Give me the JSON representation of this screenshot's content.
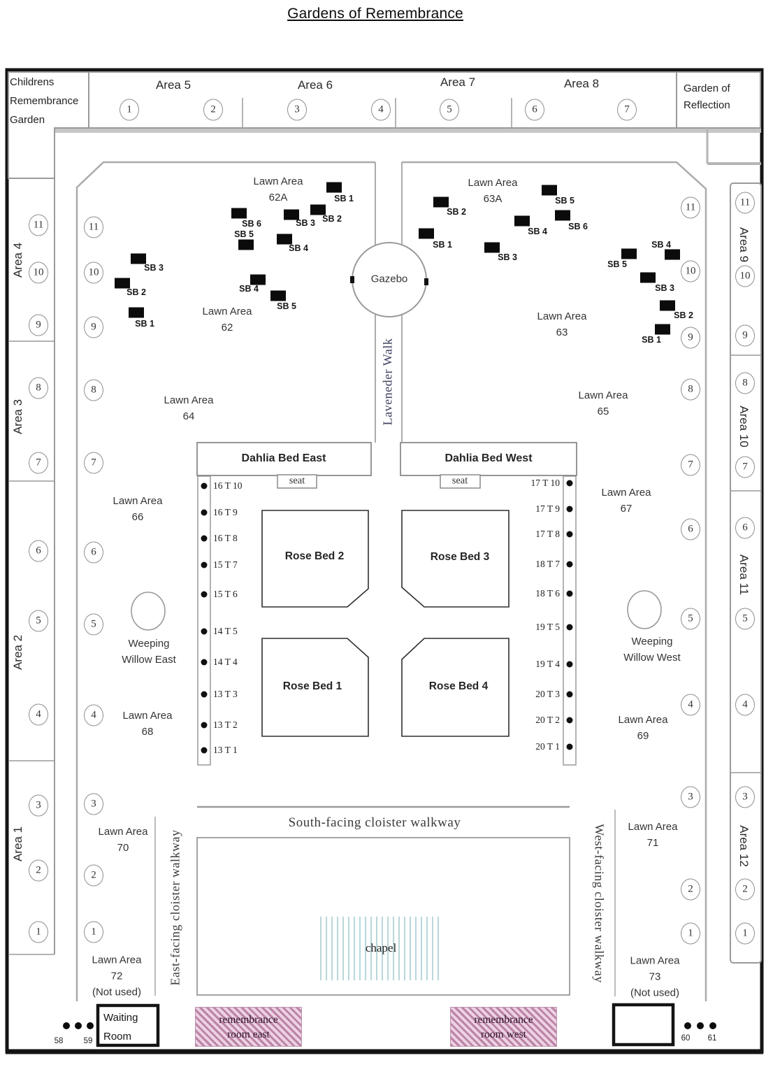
{
  "title": "Gardens of Remembrance",
  "corner_boxes": {
    "childrens": "Childrens\nRemembrance\nGarden",
    "reflection": "Garden of\nReflection"
  },
  "top_areas": [
    "Area 5",
    "Area 6",
    "Area 7",
    "Area 8"
  ],
  "top_circle_numbers": [
    "1",
    "2",
    "3",
    "4",
    "5",
    "6",
    "7"
  ],
  "side_circle_numbers": [
    "11",
    "10",
    "9",
    "8",
    "7",
    "6",
    "5",
    "4",
    "3",
    "2",
    "1"
  ],
  "side_areas_left": [
    "Area 4",
    "Area 3",
    "Area 2",
    "Area 1"
  ],
  "side_areas_right": [
    "Area 9",
    "Area 10",
    "Area 11",
    "Area 12"
  ],
  "lawn_label": "Lawn Area",
  "lawn_areas": [
    {
      "num": "62A"
    },
    {
      "num": "62"
    },
    {
      "num": "63A"
    },
    {
      "num": "63"
    },
    {
      "num": "64"
    },
    {
      "num": "65"
    },
    {
      "num": "66"
    },
    {
      "num": "67"
    },
    {
      "num": "68"
    },
    {
      "num": "69"
    },
    {
      "num": "70"
    },
    {
      "num": "71"
    },
    {
      "num": "72",
      "note": "(Not used)"
    },
    {
      "num": "73",
      "note": "(Not used)"
    }
  ],
  "sb_groups": [
    {
      "area": "62A",
      "labels": [
        "SB 1",
        "SB 2",
        "SB 3",
        "SB 4",
        "SB 5",
        "SB 6"
      ]
    },
    {
      "area": "62",
      "labels": [
        "SB 1",
        "SB 2",
        "SB 3",
        "SB 4",
        "SB 5"
      ]
    },
    {
      "area": "63A",
      "labels": [
        "SB 1",
        "SB 2",
        "SB 3",
        "SB 4",
        "SB 5",
        "SB 6"
      ]
    },
    {
      "area": "63",
      "labels": [
        "SB 1",
        "SB 2",
        "SB 3",
        "SB 4",
        "SB 5"
      ]
    }
  ],
  "gazebo": "Gazebo",
  "lavender_walk": "Laveneder Walk",
  "dahlia": {
    "east": "Dahlia Bed East",
    "west": "Dahlia Bed West",
    "seat": "seat"
  },
  "rose_beds": [
    "Rose Bed 1",
    "Rose Bed 2",
    "Rose Bed 3",
    "Rose Bed 4"
  ],
  "willows": {
    "east": "Weeping\nWillow East",
    "west": "Weeping\nWillow West"
  },
  "t_labels_east": [
    "16 T 10",
    "16 T 9",
    "16 T 8",
    "15 T 7",
    "15 T 6",
    "14 T 5",
    "14 T 4",
    "13 T 3",
    "13 T 2",
    "13 T 1"
  ],
  "t_labels_west": [
    "17 T 10",
    "17 T 9",
    "17 T 8",
    "18 T 7",
    "18 T 6",
    "19 T 5",
    "19 T 4",
    "20 T 3",
    "20 T 2",
    "20 T 1"
  ],
  "walkways": {
    "south": "South-facing cloister walkway",
    "east": "East-facing cloister walkway",
    "west": "West-facing cloister walkway"
  },
  "chapel": "chapel",
  "rooms": {
    "remembrance_east": "remembrance\nroom east",
    "remembrance_west": "remembrance\nroom west",
    "waiting": "Waiting\nRoom"
  },
  "marker_numbers_left": [
    "58",
    "59"
  ],
  "marker_numbers_right": [
    "60",
    "61"
  ],
  "colors": {
    "border_black": "#141414",
    "line_gray": "#a6a6a6",
    "walk_text": "#3f4060",
    "chapel_stripe": "#b9d7db",
    "room_bg": "#ecd2e3",
    "room_hatch": "#944275"
  }
}
